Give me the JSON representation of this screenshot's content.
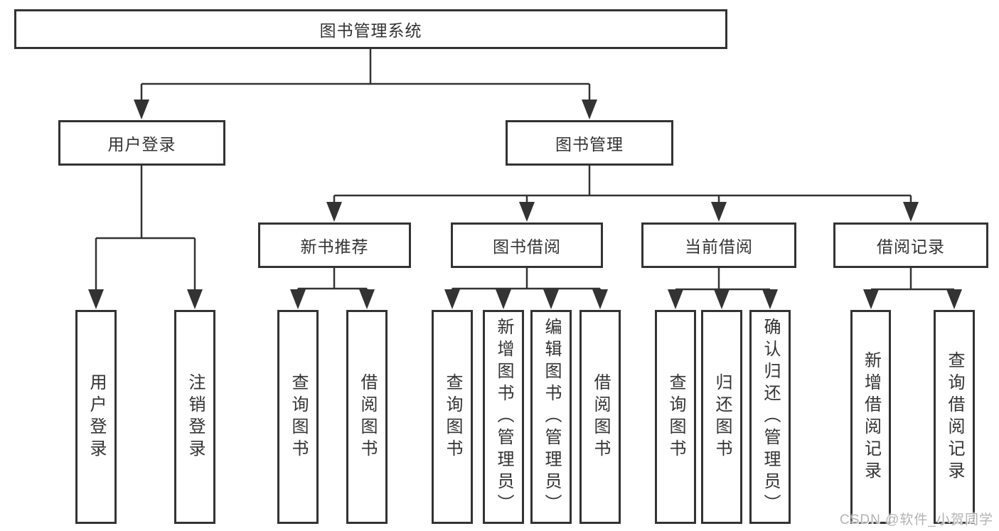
{
  "tree": {
    "label": "图书管理系统",
    "children": [
      {
        "label": "用户登录",
        "children": [
          {
            "label": "用户登录"
          },
          {
            "label": "注销登录"
          }
        ]
      },
      {
        "label": "图书管理",
        "children": [
          {
            "label": "新书推荐",
            "children": [
              {
                "label": "查询图书"
              },
              {
                "label": "借阅图书"
              }
            ]
          },
          {
            "label": "图书借阅",
            "children": [
              {
                "label": "查询图书"
              },
              {
                "label": "新增图书（管理员）"
              },
              {
                "label": "编辑图书（管理员）"
              },
              {
                "label": "借阅图书"
              }
            ]
          },
          {
            "label": "当前借阅",
            "children": [
              {
                "label": "查询图书"
              },
              {
                "label": "归还图书"
              },
              {
                "label": "确认归还（管理员）"
              }
            ]
          },
          {
            "label": "借阅记录",
            "children": [
              {
                "label": "新增借阅记录"
              },
              {
                "label": "查询借阅记录"
              }
            ]
          }
        ]
      }
    ]
  },
  "watermark": {
    "text": "CSDN @软件_小贺同学"
  },
  "colors": {
    "line": "#333333",
    "box_border": "#333333",
    "text": "#333333",
    "background": "#ffffff",
    "watermark": "#b3b3b3"
  }
}
